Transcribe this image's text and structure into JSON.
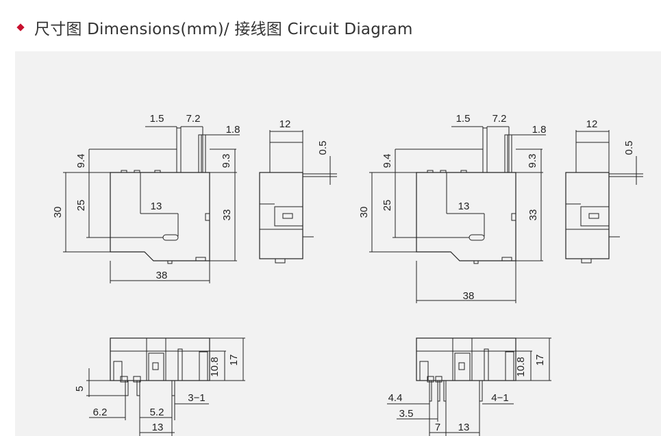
{
  "header": {
    "title": "尺寸图 Dimensions(mm)/ 接线图 Circuit Diagram",
    "bullet_color": "#c8102e"
  },
  "diagram": {
    "left": {
      "front_dims": {
        "d1": "1.5",
        "d2": "7.2",
        "d3": "1.8",
        "d4": "9.4",
        "d5": "9.3",
        "d6": "30",
        "d7": "25",
        "d8": "13",
        "d9": "33",
        "d10": "38"
      },
      "side_dims": {
        "d1": "12",
        "d2": "0.5"
      },
      "bottom_dims": {
        "d1": "10.8",
        "d2": "17",
        "d3": "5",
        "d4": "3−1",
        "d5": "6.2",
        "d6": "5.2",
        "d7": "13"
      }
    },
    "right": {
      "front_dims": {
        "d1": "1.5",
        "d2": "7.2",
        "d3": "1.8",
        "d4": "9.4",
        "d5": "9.3",
        "d6": "30",
        "d7": "25",
        "d8": "13",
        "d9": "33",
        "d10": "38"
      },
      "side_dims": {
        "d1": "12",
        "d2": "0.5"
      },
      "bottom_dims": {
        "d1": "10.8",
        "d2": "17",
        "d3": "4.4",
        "d4": "4−1",
        "d5": "3.5",
        "d6": "7",
        "d7": "13"
      }
    }
  }
}
